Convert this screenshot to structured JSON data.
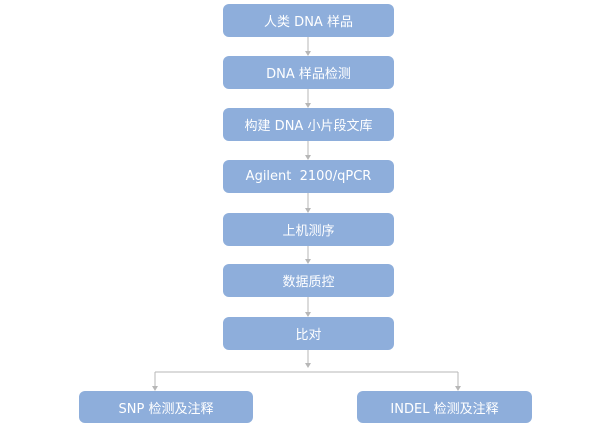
{
  "nodes": [
    {
      "label": "人类 DNA 样品"
    },
    {
      "label": "DNA 样品检测"
    },
    {
      "label": "构建 DNA 小片段文库"
    },
    {
      "label": "Agilent  2100/qPCR"
    },
    {
      "label": "上机测序"
    },
    {
      "label": "数据质控"
    },
    {
      "label": "比对"
    },
    {
      "label": "SNP 检测及注释"
    },
    {
      "label": "INDEL 检测及注释"
    }
  ],
  "colors": {
    "node_fill": "#8eaedb",
    "node_text": "#ffffff",
    "connector": "#b7b7b7"
  }
}
